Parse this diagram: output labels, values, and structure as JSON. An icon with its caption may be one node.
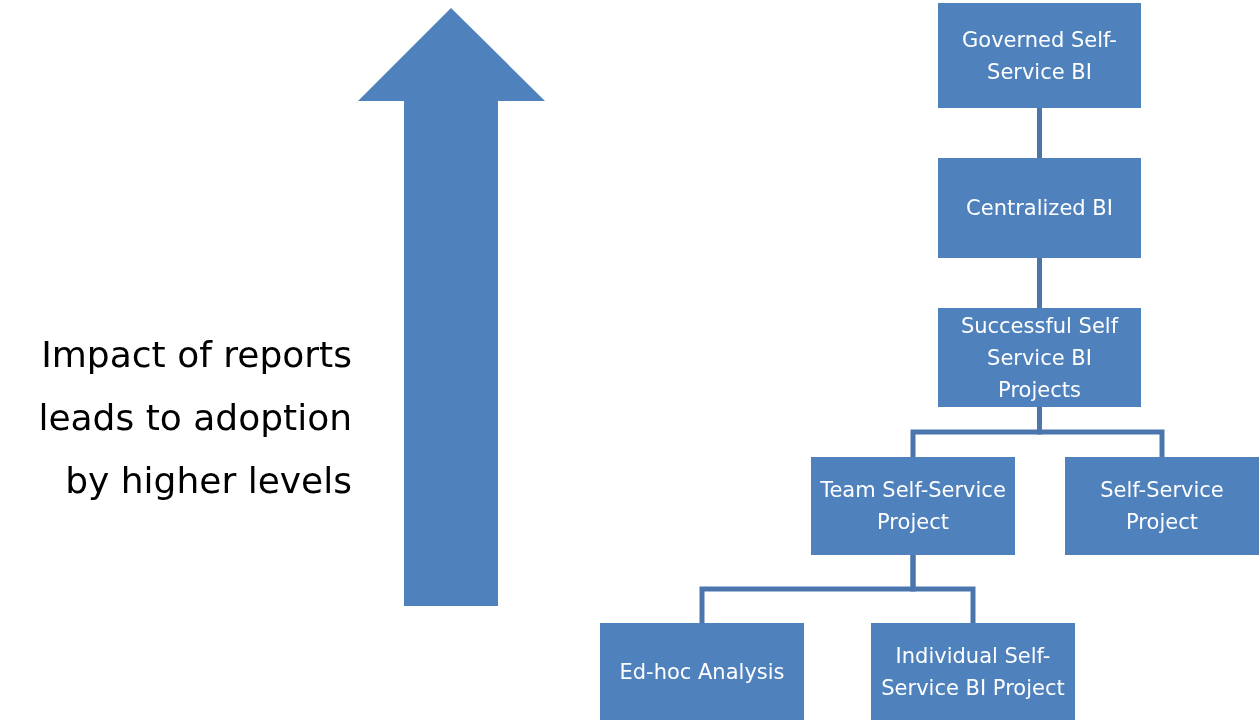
{
  "diagram": {
    "nodes": [
      {
        "text": [
          "Governed Self-Service BI"
        ]
      },
      {
        "text": [
          "Centralized BI"
        ]
      },
      {
        "text": [
          "Successful Self Service BI Projects"
        ]
      },
      {
        "text": [
          "Team Self-Service Project"
        ]
      },
      {
        "text": [
          "Self-Service Project"
        ]
      },
      {
        "text": [
          "Ed-hoc Analysis"
        ]
      },
      {
        "text": [
          "Individual Self-Service BI Project"
        ]
      }
    ],
    "edges": [
      {
        "from": 0,
        "to": 1,
        "arrow": "none"
      },
      {
        "from": 1,
        "to": 2,
        "arrow": "none"
      },
      {
        "from": 2,
        "to": 3,
        "arrow": "none"
      },
      {
        "from": 2,
        "to": 4,
        "arrow": "none"
      },
      {
        "from": 3,
        "to": 5,
        "arrow": "none"
      },
      {
        "from": 3,
        "to": 6,
        "arrow": "none"
      }
    ],
    "labels": [
      "Impact of reports leads to adoption by higher levels"
    ]
  }
}
